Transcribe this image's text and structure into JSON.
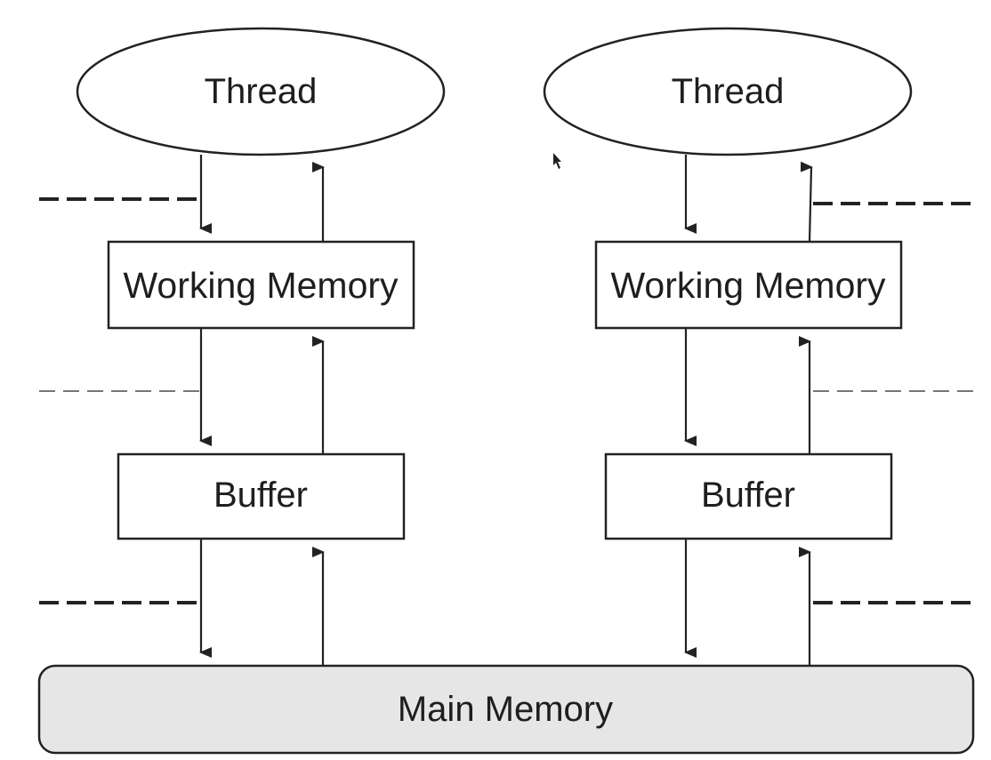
{
  "left_column": {
    "thread_label": "Thread",
    "working_memory_label": "Working Memory",
    "buffer_label": "Buffer"
  },
  "right_column": {
    "thread_label": "Thread",
    "working_memory_label": "Working Memory",
    "buffer_label": "Buffer"
  },
  "main_memory_label": "Main Memory",
  "colors": {
    "stroke": "#222222",
    "main_memory_fill": "#e6e6e6",
    "box_fill": "#ffffff"
  }
}
